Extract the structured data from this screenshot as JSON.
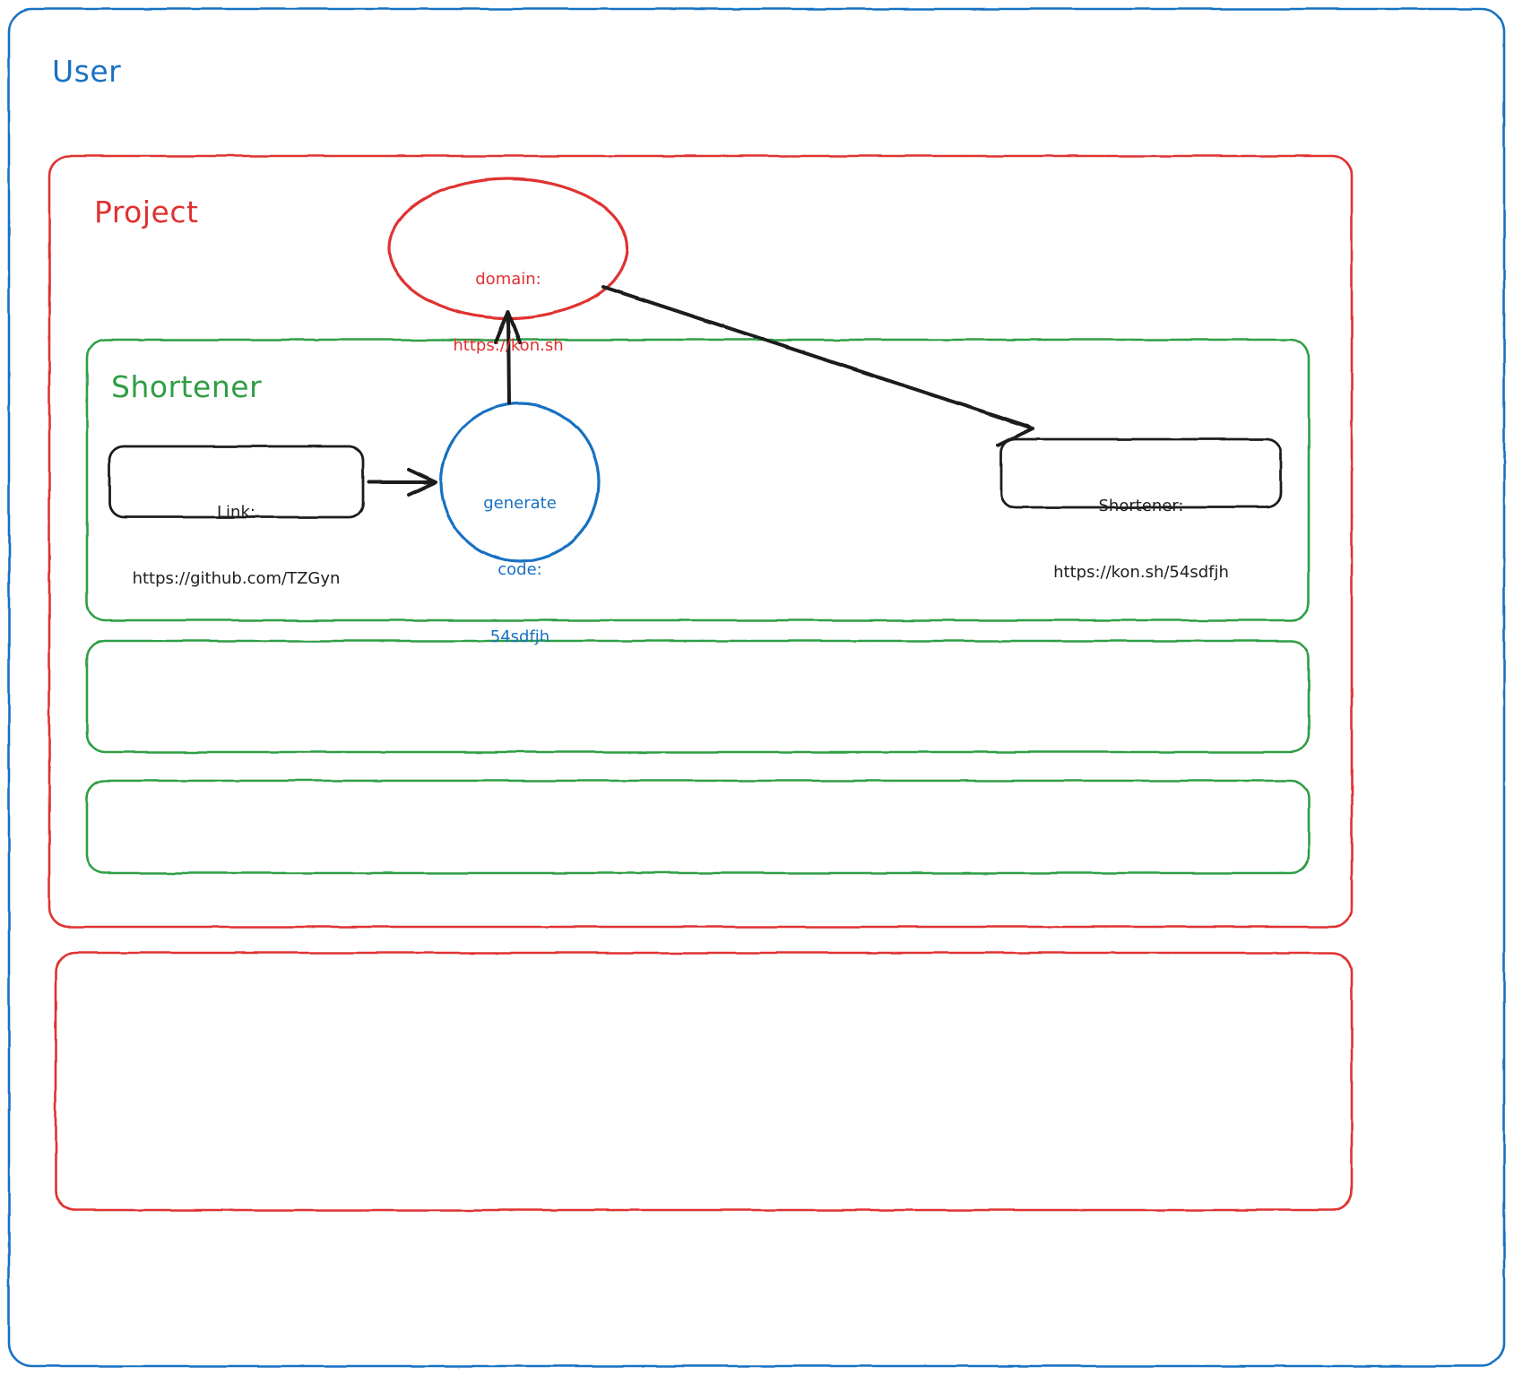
{
  "diagram": {
    "title_style": "hand-drawn architecture diagram",
    "frames": {
      "user": {
        "label": "User",
        "color": "#1971c2"
      },
      "project": {
        "label": "Project",
        "color": "#e03131"
      },
      "shortener": {
        "label": "Shortener",
        "color": "#2f9e44"
      },
      "empty_green_1": {
        "label": "",
        "color": "#2f9e44"
      },
      "empty_green_2": {
        "label": "",
        "color": "#2f9e44"
      },
      "empty_red_1": {
        "label": "",
        "color": "#e03131"
      }
    },
    "nodes": {
      "domain_ellipse": {
        "line1": "domain:",
        "line2": "https://kon.sh",
        "color": "#e03131",
        "shape": "ellipse"
      },
      "link_box": {
        "line1": "Link:",
        "line2": "https://github.com/TZGyn",
        "color": "#1e1e1e",
        "shape": "rounded-rect"
      },
      "generate_circle": {
        "line1": "generate",
        "line2": "code:",
        "line3": "54sdfjh",
        "color": "#1971c2",
        "shape": "circle"
      },
      "shortener_result_box": {
        "line1": "Shortener:",
        "line2": "https://kon.sh/54sdfjh",
        "color": "#1e1e1e",
        "shape": "rounded-rect"
      }
    },
    "arrows": [
      {
        "name": "link-to-generate",
        "from": "link_box",
        "to": "generate_circle",
        "color": "#1e1e1e"
      },
      {
        "name": "generate-to-domain",
        "from": "generate_circle",
        "to": "domain_ellipse",
        "color": "#1e1e1e"
      },
      {
        "name": "domain-to-shortener-result",
        "from": "domain_ellipse",
        "to": "shortener_result_box",
        "color": "#1e1e1e"
      }
    ]
  }
}
